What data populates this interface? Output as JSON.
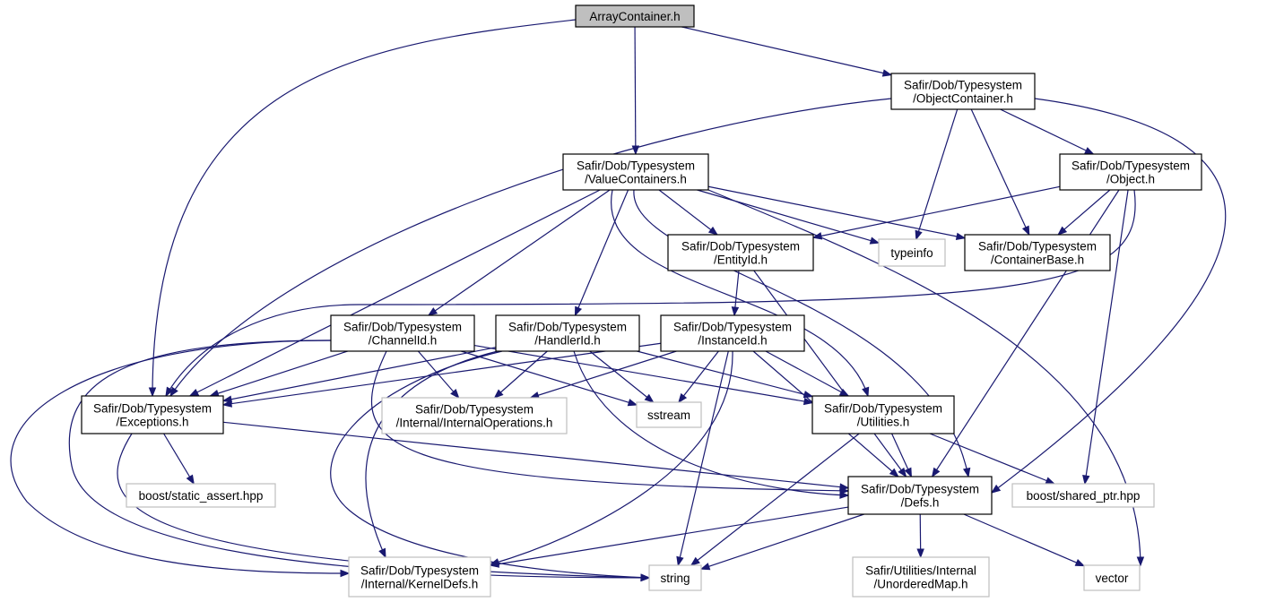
{
  "colors": {
    "edge": "#191970",
    "root_fill": "#bfbfbf",
    "node_border": "#000000",
    "external_border": "#bfbfbf",
    "background": "#ffffff"
  },
  "nodes": [
    {
      "id": "array",
      "lines": [
        "ArrayContainer.h"
      ],
      "kind": "root"
    },
    {
      "id": "objcont",
      "lines": [
        "Safir/Dob/Typesystem",
        "/ObjectContainer.h"
      ],
      "kind": "internal"
    },
    {
      "id": "valcont",
      "lines": [
        "Safir/Dob/Typesystem",
        "/ValueContainers.h"
      ],
      "kind": "internal"
    },
    {
      "id": "object",
      "lines": [
        "Safir/Dob/Typesystem",
        "/Object.h"
      ],
      "kind": "internal"
    },
    {
      "id": "entityid",
      "lines": [
        "Safir/Dob/Typesystem",
        "/EntityId.h"
      ],
      "kind": "internal"
    },
    {
      "id": "typeinfo",
      "lines": [
        "typeinfo"
      ],
      "kind": "external"
    },
    {
      "id": "contbase",
      "lines": [
        "Safir/Dob/Typesystem",
        "/ContainerBase.h"
      ],
      "kind": "internal"
    },
    {
      "id": "channelid",
      "lines": [
        "Safir/Dob/Typesystem",
        "/ChannelId.h"
      ],
      "kind": "internal"
    },
    {
      "id": "handlerid",
      "lines": [
        "Safir/Dob/Typesystem",
        "/HandlerId.h"
      ],
      "kind": "internal"
    },
    {
      "id": "instanceid",
      "lines": [
        "Safir/Dob/Typesystem",
        "/InstanceId.h"
      ],
      "kind": "internal"
    },
    {
      "id": "exceptions",
      "lines": [
        "Safir/Dob/Typesystem",
        "/Exceptions.h"
      ],
      "kind": "internal"
    },
    {
      "id": "internalops",
      "lines": [
        "Safir/Dob/Typesystem",
        "/Internal/InternalOperations.h"
      ],
      "kind": "external"
    },
    {
      "id": "sstream",
      "lines": [
        "sstream"
      ],
      "kind": "external"
    },
    {
      "id": "utilities",
      "lines": [
        "Safir/Dob/Typesystem",
        "/Utilities.h"
      ],
      "kind": "internal"
    },
    {
      "id": "staticassert",
      "lines": [
        "boost/static_assert.hpp"
      ],
      "kind": "external"
    },
    {
      "id": "defs",
      "lines": [
        "Safir/Dob/Typesystem",
        "/Defs.h"
      ],
      "kind": "internal"
    },
    {
      "id": "sharedptr",
      "lines": [
        "boost/shared_ptr.hpp"
      ],
      "kind": "external"
    },
    {
      "id": "kerneldefs",
      "lines": [
        "Safir/Dob/Typesystem",
        "/Internal/KernelDefs.h"
      ],
      "kind": "external"
    },
    {
      "id": "string",
      "lines": [
        "string"
      ],
      "kind": "external"
    },
    {
      "id": "unorderedmap",
      "lines": [
        "Safir/Utilities/Internal",
        "/UnorderedMap.h"
      ],
      "kind": "external"
    },
    {
      "id": "vector",
      "lines": [
        "vector"
      ],
      "kind": "external"
    }
  ],
  "edges": [
    [
      "array",
      "objcont"
    ],
    [
      "array",
      "valcont"
    ],
    [
      "array",
      "exceptions"
    ],
    [
      "objcont",
      "exceptions"
    ],
    [
      "objcont",
      "typeinfo"
    ],
    [
      "objcont",
      "contbase"
    ],
    [
      "objcont",
      "object"
    ],
    [
      "objcont",
      "defs"
    ],
    [
      "valcont",
      "entityid"
    ],
    [
      "valcont",
      "typeinfo"
    ],
    [
      "valcont",
      "contbase"
    ],
    [
      "valcont",
      "exceptions"
    ],
    [
      "valcont",
      "channelid"
    ],
    [
      "valcont",
      "handlerid"
    ],
    [
      "valcont",
      "utilities"
    ],
    [
      "valcont",
      "defs"
    ],
    [
      "valcont",
      "vector"
    ],
    [
      "object",
      "entityid"
    ],
    [
      "object",
      "contbase"
    ],
    [
      "object",
      "exceptions"
    ],
    [
      "object",
      "defs"
    ],
    [
      "object",
      "sharedptr"
    ],
    [
      "entityid",
      "instanceid"
    ],
    [
      "entityid",
      "defs"
    ],
    [
      "channelid",
      "exceptions"
    ],
    [
      "channelid",
      "internalops"
    ],
    [
      "channelid",
      "sstream"
    ],
    [
      "channelid",
      "utilities"
    ],
    [
      "channelid",
      "defs"
    ],
    [
      "channelid",
      "kerneldefs"
    ],
    [
      "channelid",
      "string"
    ],
    [
      "handlerid",
      "exceptions"
    ],
    [
      "handlerid",
      "internalops"
    ],
    [
      "handlerid",
      "sstream"
    ],
    [
      "handlerid",
      "utilities"
    ],
    [
      "handlerid",
      "defs"
    ],
    [
      "handlerid",
      "kerneldefs"
    ],
    [
      "handlerid",
      "string"
    ],
    [
      "instanceid",
      "exceptions"
    ],
    [
      "instanceid",
      "internalops"
    ],
    [
      "instanceid",
      "sstream"
    ],
    [
      "instanceid",
      "utilities"
    ],
    [
      "instanceid",
      "defs"
    ],
    [
      "instanceid",
      "kerneldefs"
    ],
    [
      "instanceid",
      "string"
    ],
    [
      "exceptions",
      "staticassert"
    ],
    [
      "exceptions",
      "defs"
    ],
    [
      "exceptions",
      "string"
    ],
    [
      "utilities",
      "defs"
    ],
    [
      "utilities",
      "sharedptr"
    ],
    [
      "utilities",
      "string"
    ],
    [
      "defs",
      "kerneldefs"
    ],
    [
      "defs",
      "string"
    ],
    [
      "defs",
      "unorderedmap"
    ],
    [
      "defs",
      "vector"
    ]
  ]
}
